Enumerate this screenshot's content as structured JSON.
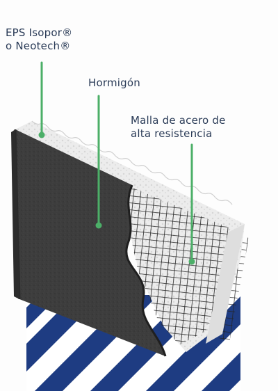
{
  "labels": {
    "eps": {
      "line1": "EPS Isopor®",
      "line2": "o Neotech®"
    },
    "hormigon": "Hormigón",
    "malla": {
      "line1": "Malla de acero de",
      "line2": "alta resistencia"
    }
  },
  "colors": {
    "label_text": "#2a3b57",
    "leader_line": "#4caf68",
    "stripe_blue": "#1e3c82",
    "concrete": "#3b3b3b",
    "foam": "#e9e9e9",
    "mesh": "#2a2a2a"
  }
}
